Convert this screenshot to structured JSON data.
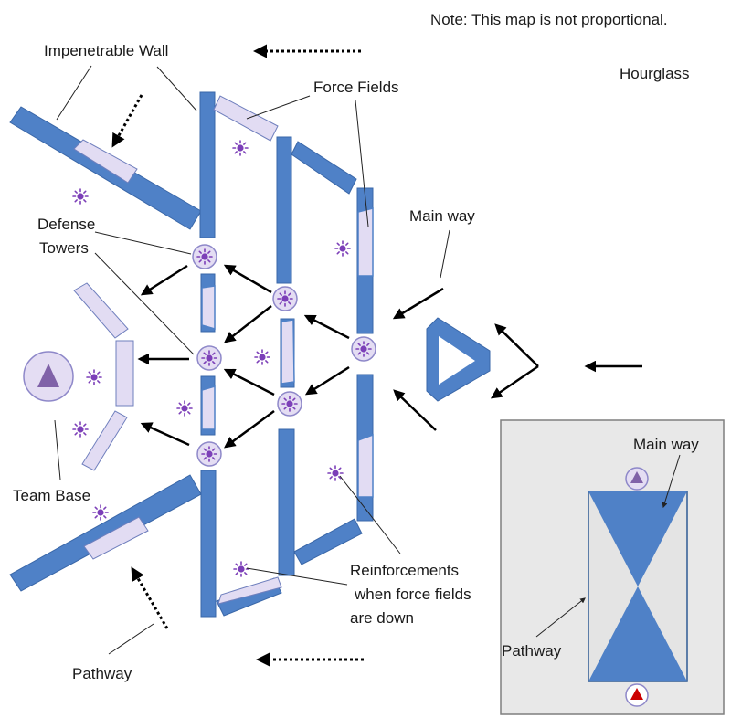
{
  "map_labels": {
    "note": "Note: This map is not proportional.",
    "map_name": "Hourglass",
    "impenetrable_wall": "Impenetrable Wall",
    "force_fields": "Force Fields",
    "defense_towers_line1": "Defense",
    "defense_towers_line2": "Towers",
    "main_way": "Main way",
    "team_base": "Team Base",
    "pathway": "Pathway",
    "reinforcements_line1": "Reinforcements",
    "reinforcements_line2": "when force fields",
    "reinforcements_line3": "are down"
  },
  "inset": {
    "main_way": "Main way",
    "pathway": "Pathway"
  },
  "colors": {
    "wall": "#4f81c7",
    "force_field": "#e2dcf3",
    "reinforcement": "#7c3fb8",
    "inset_background": "#e8e8e8",
    "enemy_marker": "#cc0000"
  }
}
